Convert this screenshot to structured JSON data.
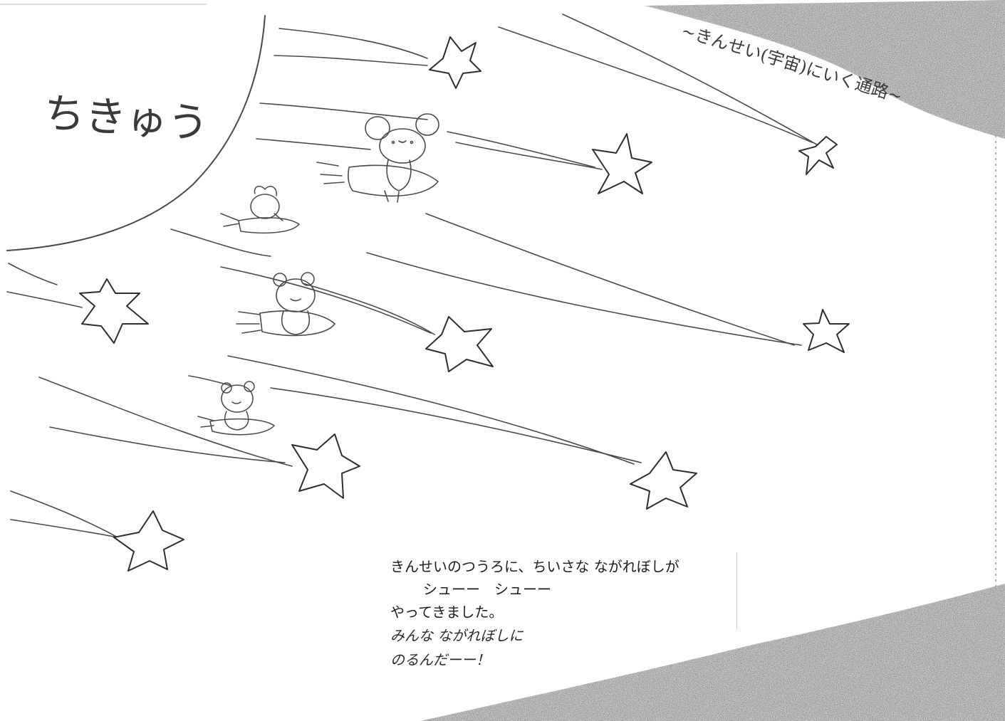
{
  "labels": {
    "earth": "ちきゅう",
    "route_title": "~きんせい(宇宙)にいく通路~"
  },
  "caption": {
    "line1": "きんせいのつうろに、ちいさな ながれぼしが",
    "line2": "シューー　シューー",
    "line3": "やってきました。",
    "line4": "みんな ながれぼしに",
    "line5": "のるんだーー！"
  },
  "icons": {
    "star": "star-icon",
    "mouse": "mouse-icon",
    "bear": "bear-icon",
    "rabbit": "rabbit-icon"
  }
}
